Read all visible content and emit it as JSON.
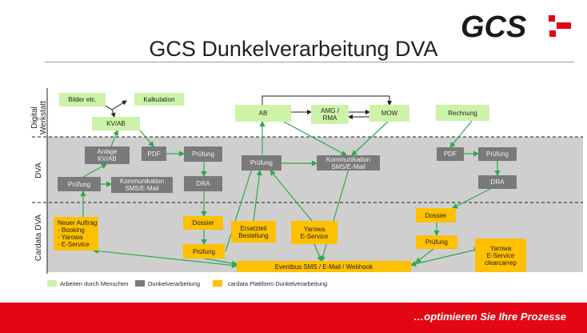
{
  "slide": {
    "title": "GCS Dunkelverarbeitung DVA",
    "footer": "…optimieren Sie Ihre Prozesse"
  },
  "logo": {
    "text": "GCS",
    "accent": "#e30613"
  },
  "lanes": {
    "werkstatt": {
      "line1": "Digital",
      "line2": "Werkstatt"
    },
    "dva": "DVA",
    "cardata": "Cardata DVA"
  },
  "boxes": {
    "bilder": "Bilder etc.",
    "kalkulation": "Kalkulation",
    "kvab": "KV/AB",
    "ab": "AB",
    "amg_rma": "AMG /\nRMA",
    "mow": "MOW",
    "rechnung": "Rechnung",
    "anlage_kvab": "Anlage\nKV/AB",
    "pdf1": "PDF",
    "pruefung1": "Prüfung",
    "pruefung_left": "Prüfung",
    "kommunikation1": "Kommunikation\nSMS/E-Mail",
    "dra1": "DRA",
    "pruefung_mid": "Prüfung",
    "kommunikation2": "Kommunikation\nSMS/E-Mail",
    "pdf2": "PDF",
    "pruefung_right": "Prüfung",
    "dra2": "DRA",
    "neuer_auftrag": "Neuer Auftrag\n-   Booking\n-   Yarowa\n-   E-Service",
    "dossier1": "Dossier",
    "pruefung_y1": "Prüfung",
    "ersatzteil": "Ersatzteil\nBestellung",
    "yarowa_eservice": "Yarowa\nE-Service",
    "dossier2": "Dossier",
    "pruefung_y2": "Prüfung",
    "yarowa_clear": "Yarowa\nE-Service\nclearcarrep",
    "eventbus": "Eventbus  SMS / E-Mail / Webhook"
  },
  "legend": {
    "human": "Arbeiten durch Menschen",
    "dark": "Dunkelverarbeitung",
    "cardata": "cardata Plattform Dunkelverarbeitung"
  },
  "colors": {
    "green_box": "#ccf3a8",
    "gray_box": "#7a7a7a",
    "yellow_box": "#ffc000",
    "lane_bg": "#cfcfcf",
    "arrow_green": "#2ea84a",
    "footer_red": "#e30613"
  }
}
